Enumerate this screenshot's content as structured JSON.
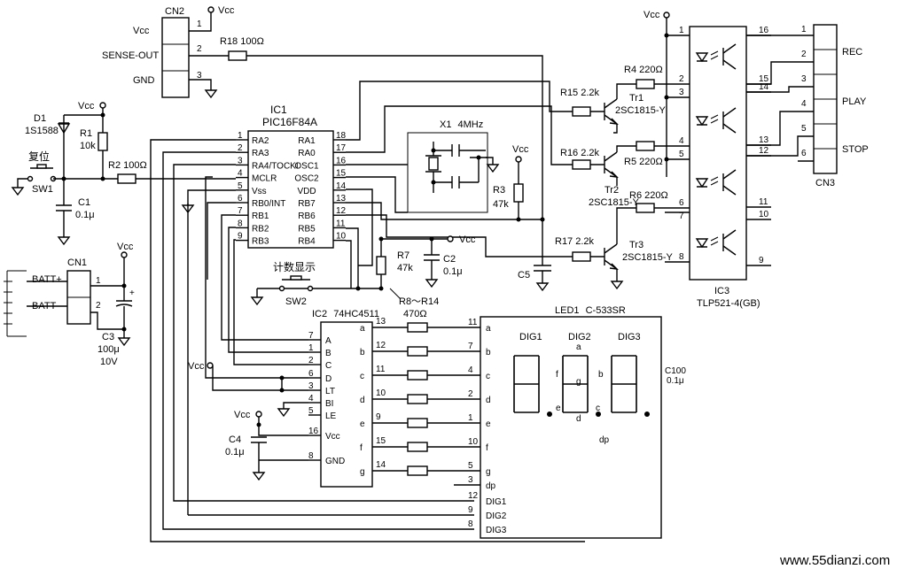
{
  "cn2": {
    "ref": "CN2",
    "pins": [
      "1",
      "2",
      "3"
    ],
    "labels": [
      "Vcc",
      "SENSE-OUT",
      "GND"
    ],
    "vcc": "Vcc"
  },
  "r18": "R18 100Ω",
  "d1": {
    "ref": "D1",
    "part": "1S1588"
  },
  "r1": {
    "ref": "R1",
    "value": "10k",
    "vcc": "Vcc"
  },
  "sw1": {
    "label": "复位",
    "ref": "SW1"
  },
  "r2": "R2 100Ω",
  "c1": {
    "ref": "C1",
    "value": "0.1μ"
  },
  "cn1": {
    "ref": "CN1",
    "pins": [
      "1",
      "2"
    ],
    "labels": [
      "BATT+",
      "BATT-"
    ],
    "vcc": "Vcc"
  },
  "c3": {
    "ref": "C3",
    "value1": "100μ",
    "value2": "10V"
  },
  "ic1": {
    "ref": "IC1",
    "part": "PIC16F84A",
    "left_pins": [
      {
        "num": "1",
        "name": "RA2"
      },
      {
        "num": "2",
        "name": "RA3"
      },
      {
        "num": "3",
        "name": "RA4/TOCKI"
      },
      {
        "num": "4",
        "name": "MCLR"
      },
      {
        "num": "5",
        "name": "Vss"
      },
      {
        "num": "6",
        "name": "RB0/INT"
      },
      {
        "num": "7",
        "name": "RB1"
      },
      {
        "num": "8",
        "name": "RB2"
      },
      {
        "num": "9",
        "name": "RB3"
      }
    ],
    "right_pins": [
      {
        "num": "18",
        "name": "RA1"
      },
      {
        "num": "17",
        "name": "RA0"
      },
      {
        "num": "16",
        "name": "OSC1"
      },
      {
        "num": "15",
        "name": "OSC2"
      },
      {
        "num": "14",
        "name": "VDD"
      },
      {
        "num": "13",
        "name": "RB7"
      },
      {
        "num": "12",
        "name": "RB6"
      },
      {
        "num": "11",
        "name": "RB5"
      },
      {
        "num": "10",
        "name": "RB4"
      }
    ]
  },
  "x1": {
    "ref": "X1",
    "freq": "4MHz"
  },
  "r3": {
    "ref": "R3",
    "value": "47k",
    "vcc": "Vcc"
  },
  "r7": {
    "ref": "R7",
    "value": "47k"
  },
  "c2": {
    "ref": "C2",
    "value": "0.1μ",
    "vcc": "Vcc"
  },
  "sw2": {
    "label": "计数显示",
    "ref": "SW2"
  },
  "c5": "C5",
  "r15": "R15 2.2k",
  "r16": "R16 2.2k",
  "r17": "R17 2.2k",
  "r4": "R4 220Ω",
  "r5": "R5 220Ω",
  "r6": "R6 220Ω",
  "tr1": {
    "ref": "Tr1",
    "part": "2SC1815-Y"
  },
  "tr2": {
    "ref": "Tr2",
    "part": "2SC1815-Y"
  },
  "tr3": {
    "ref": "Tr3",
    "part": "2SC1815-Y"
  },
  "ic3": {
    "ref": "IC3",
    "part": "TLP521-4(GB)",
    "vcc": "Vcc",
    "left_pins": [
      "1",
      "2",
      "3",
      "4",
      "5",
      "6",
      "7",
      "8"
    ],
    "right_pins": [
      "16",
      "15",
      "14",
      "13",
      "12",
      "11",
      "10",
      "9"
    ]
  },
  "cn3": {
    "ref": "CN3",
    "pins": [
      "1",
      "2",
      "3",
      "4",
      "5",
      "6"
    ],
    "labels": [
      "REC",
      "PLAY",
      "STOP"
    ]
  },
  "ic2": {
    "ref": "IC2",
    "part": "74HC4511",
    "left_pins": [
      {
        "num": "7",
        "name": "A"
      },
      {
        "num": "1",
        "name": "B"
      },
      {
        "num": "2",
        "name": "C"
      },
      {
        "num": "6",
        "name": "D"
      },
      {
        "num": "3",
        "name": "LT"
      },
      {
        "num": "4",
        "name": "BI"
      },
      {
        "num": "5",
        "name": "LE"
      },
      {
        "num": "16",
        "name": "Vcc"
      },
      {
        "num": "8",
        "name": "GND"
      }
    ],
    "right_pins": [
      {
        "num": "13",
        "name": "a"
      },
      {
        "num": "12",
        "name": "b"
      },
      {
        "num": "11",
        "name": "c"
      },
      {
        "num": "10",
        "name": "d"
      },
      {
        "num": "9",
        "name": "e"
      },
      {
        "num": "15",
        "name": "f"
      },
      {
        "num": "14",
        "name": "g"
      }
    ],
    "vcc": "Vcc"
  },
  "c4": {
    "ref": "C4",
    "value": "0.1μ",
    "vcc": "Vcc"
  },
  "r8_r14": {
    "ref": "R8～R14",
    "value": "470Ω"
  },
  "led1": {
    "ref": "LED1",
    "part": "C-533SR",
    "pins": [
      {
        "num": "11",
        "name": "a"
      },
      {
        "num": "7",
        "name": "b"
      },
      {
        "num": "4",
        "name": "c"
      },
      {
        "num": "2",
        "name": "d"
      },
      {
        "num": "1",
        "name": "e"
      },
      {
        "num": "10",
        "name": "f"
      },
      {
        "num": "5",
        "name": "g"
      },
      {
        "num": "3",
        "name": "dp"
      },
      {
        "num": "12",
        "name": "DIG1"
      },
      {
        "num": "9",
        "name": "DIG2"
      },
      {
        "num": "8",
        "name": "DIG3"
      }
    ],
    "digits": [
      "DIG1",
      "DIG2",
      "DIG3"
    ],
    "seg_labels": [
      "a",
      "f",
      "g",
      "b",
      "e",
      "d",
      "c",
      "dp"
    ],
    "c100": "C100",
    "c100_value": "0.1μ"
  },
  "watermark": "www.55dianzi.com"
}
